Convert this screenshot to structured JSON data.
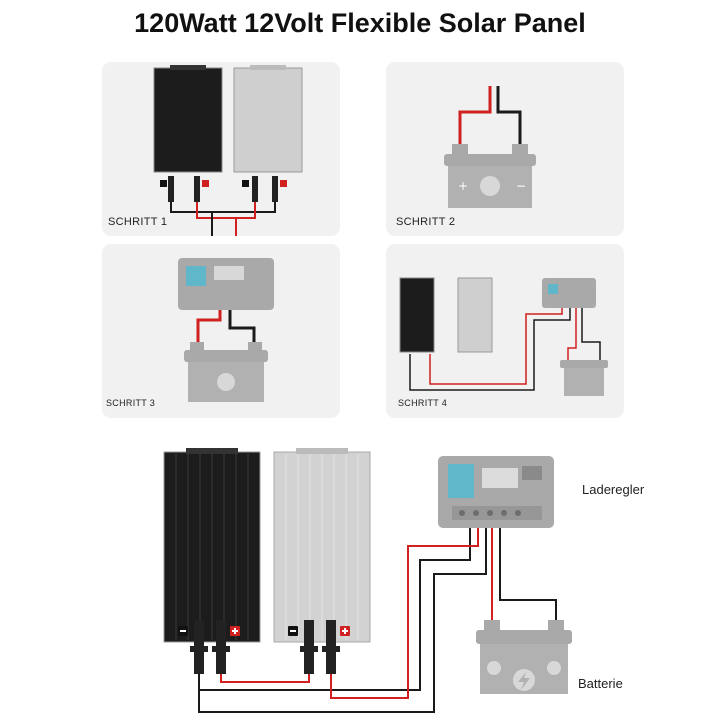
{
  "title": "120Watt 12Volt Flexible Solar Panel",
  "steps": {
    "s1": "SCHRITT 1",
    "s2": "SCHRITT 2",
    "s3": "SCHRITT 3",
    "s4": "SCHRITT 4"
  },
  "labels": {
    "controller": "Laderegler",
    "battery": "Batterie"
  },
  "colors": {
    "panel_black": "#1c1c1c",
    "panel_white": "#cfcfcf",
    "wire_red": "#d0201f",
    "wire_black": "#1a1a1a",
    "device_gray": "#a9a9a9",
    "card_bg": "#f1f1f1"
  },
  "icons": {
    "terminal_negative": "minus-badge-icon",
    "terminal_positive": "plus-badge-icon",
    "battery_bolt": "lightning-icon"
  }
}
